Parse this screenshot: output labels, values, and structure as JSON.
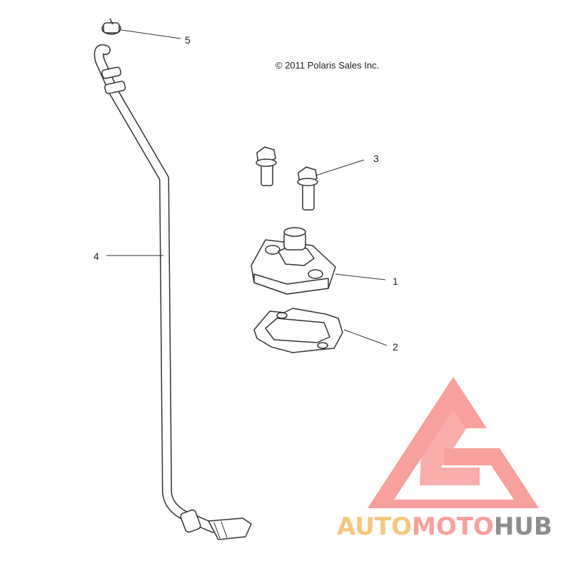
{
  "copyright": "© 2011 Polaris Sales Inc.",
  "callouts": {
    "part1": "1",
    "part2": "2",
    "part3": "3",
    "part4": "4",
    "part5": "5"
  },
  "logo": {
    "word_auto": "AUTO",
    "word_moto": "MOTO",
    "word_hub": "HUB",
    "colors": {
      "auto": "#f5c77e",
      "moto": "#f8a09c",
      "hub": "#8e8e8e",
      "mark": "#f8a09c"
    }
  },
  "line_color": "#333333"
}
